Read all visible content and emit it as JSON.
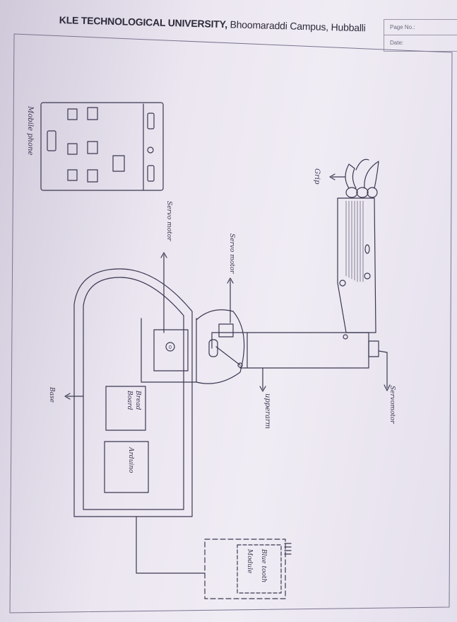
{
  "header": {
    "university": "KLE TECHNOLOGICAL UNIVERSITY,",
    "campus": "Bhoomaraddi Campus, Hubballi",
    "page_no_label": "Page No.:",
    "date_label": "Date:"
  },
  "labels": {
    "mobile_phone": "Mobile phone",
    "servo_motor_1": "Servo motor",
    "servo_motor_2": "Servo motor",
    "servo_motor_3": "Servomotor",
    "grip": "Grip",
    "upper_arm": "upperarm",
    "base": "Base",
    "bread_board_1": "Bread",
    "bread_board_2": "Board",
    "arduino": "Arduino",
    "bluetooth_1": "Blue tooth",
    "bluetooth_2": "Module"
  }
}
